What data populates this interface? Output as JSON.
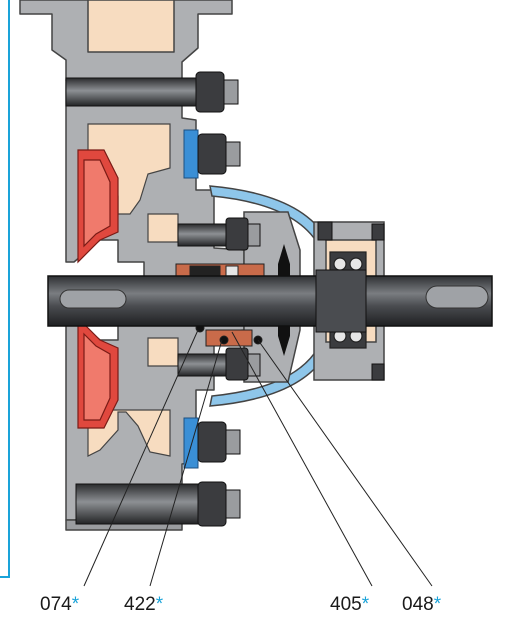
{
  "callouts": [
    {
      "number": "074",
      "mark": "*"
    },
    {
      "number": "422",
      "mark": "*"
    },
    {
      "number": "405",
      "mark": "*"
    },
    {
      "number": "048",
      "mark": "*"
    }
  ],
  "colors": {
    "casing": "#aeb0b3",
    "casing_dark": "#6f7174",
    "impeller": "#e0483e",
    "cavity": "#f7dcc0",
    "seal_gasket": "#3a8fd6",
    "shaft": "#3c3e41",
    "frame_border": "#1aa3d9",
    "callout_mark": "#1aa3d9"
  }
}
